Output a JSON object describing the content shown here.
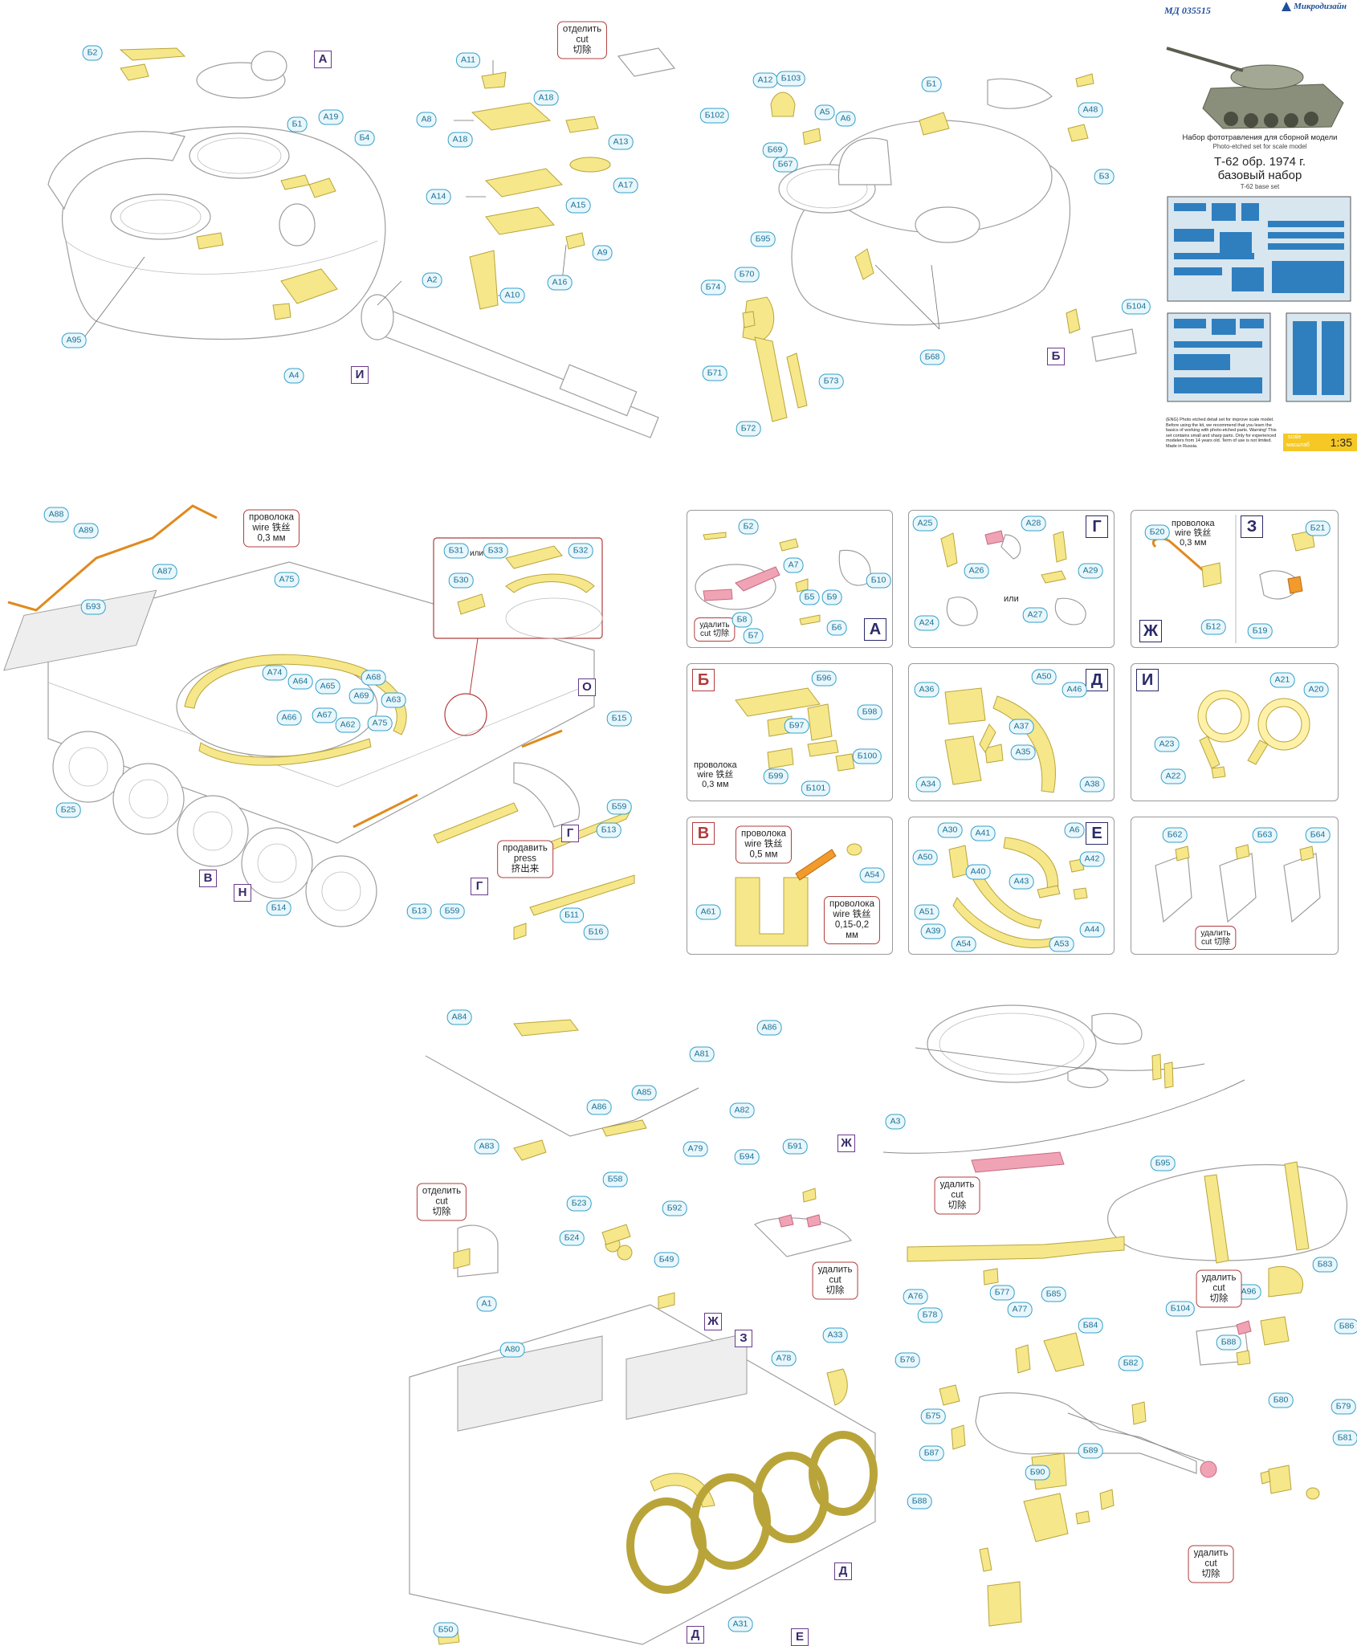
{
  "header": {
    "code": "МД 035515",
    "brand": "Микродизайн",
    "subtitle_ru": "Набор фототравления для сборной модели",
    "subtitle_en": "Photo-etched set for scale model",
    "title_line1": "Т-62 обр. 1974 г.",
    "title_line2": "базовый набор",
    "title_en": "T-62 base set",
    "scale_label_en": "scale",
    "scale_label_ru": "масштаб",
    "scale_value": "1:35",
    "disclaimer": "(ENG) Photo etched detail set for improve scale model. Before using the kit, we recommend that you learn the basics of working with photo-etched parts. Warning! This set contains small and sharp parts. Only for experienced modelers from 14 years old. Term of use is not limited. Made in Russia."
  },
  "notes": {
    "separate": [
      "отделить",
      "cut",
      "切除"
    ],
    "remove": [
      "удалить",
      "cut",
      "切除"
    ],
    "remove_inline": [
      "удалить",
      "cut 切除"
    ],
    "wire03": [
      "проволока",
      "wire 铁丝",
      "0,3 мм"
    ],
    "wire05": [
      "проволока",
      "wire 铁丝",
      "0,5 мм"
    ],
    "wire015": [
      "проволока",
      "wire 铁丝",
      "0,15-0,2 мм"
    ],
    "press": [
      "продавить",
      "press",
      "挤出来"
    ],
    "or": "или"
  },
  "letters": {
    "A": "А",
    "B": "Б",
    "V": "В",
    "G": "Г",
    "D": "Д",
    "E": "Е",
    "Zh": "Ж",
    "Z": "З",
    "I": "И",
    "N": "Н",
    "O": "О"
  },
  "parts": {
    "A1": "А1",
    "A2": "А2",
    "A3": "А3",
    "A4": "А4",
    "A5": "А5",
    "A6": "А6",
    "A7": "А7",
    "A8": "А8",
    "A9": "А9",
    "A10": "А10",
    "A11": "А11",
    "A12": "А12",
    "A13": "А13",
    "A14": "А14",
    "A15": "А15",
    "A16": "А16",
    "A17": "А17",
    "A18": "А18",
    "A19": "А19",
    "A20": "А20",
    "A21": "А21",
    "A22": "А22",
    "A23": "А23",
    "A24": "А24",
    "A25": "А25",
    "A26": "А26",
    "A27": "А27",
    "A28": "А28",
    "A29": "А29",
    "A30": "А30",
    "A31": "А31",
    "A33": "А33",
    "A34": "А34",
    "A35": "А35",
    "A36": "А36",
    "A37": "А37",
    "A38": "А38",
    "A39": "А39",
    "A40": "А40",
    "A41": "А41",
    "A42": "А42",
    "A43": "А43",
    "A44": "А44",
    "A46": "А46",
    "A48": "А48",
    "A50": "А50",
    "A51": "А51",
    "A53": "А53",
    "A54": "А54",
    "A61": "А61",
    "A62": "А62",
    "A63": "А63",
    "A64": "А64",
    "A65": "А65",
    "A66": "А66",
    "A67": "А67",
    "A68": "А68",
    "A69": "А69",
    "A74": "А74",
    "A75": "А75",
    "A76": "А76",
    "A77": "А77",
    "A78": "А78",
    "A79": "А79",
    "A80": "А80",
    "A81": "А81",
    "A82": "А82",
    "A83": "А83",
    "A84": "А84",
    "A85": "А85",
    "A86": "А86",
    "A87": "А87",
    "A88": "А88",
    "A89": "А89",
    "A95": "А95",
    "A96": "А96",
    "B1": "Б1",
    "B2": "Б2",
    "B3": "Б3",
    "B4": "Б4",
    "B5": "Б5",
    "B6": "Б6",
    "B7": "Б7",
    "B8": "Б8",
    "B9": "Б9",
    "B10": "Б10",
    "B12": "Б12",
    "B13": "Б13",
    "B14": "Б14",
    "B15": "Б15",
    "B16": "Б16",
    "B19": "Б19",
    "B20": "Б20",
    "B21": "Б21",
    "B23": "Б23",
    "B24": "Б24",
    "B25": "Б25",
    "B30": "Б30",
    "B31": "Б31",
    "B32": "Б32",
    "B33": "Б33",
    "B49": "Б49",
    "B50": "Б50",
    "B58": "Б58",
    "B59": "Б59",
    "B62": "Б62",
    "B63": "Б63",
    "B64": "Б64",
    "B67": "Б67",
    "B68": "Б68",
    "B69": "Б69",
    "B70": "Б70",
    "B71": "Б71",
    "B72": "Б72",
    "B73": "Б73",
    "B74": "Б74",
    "B75": "Б75",
    "B76": "Б76",
    "B77": "Б77",
    "B78": "Б78",
    "B79": "Б79",
    "B80": "Б80",
    "B81": "Б81",
    "B82": "Б82",
    "B83": "Б83",
    "B84": "Б84",
    "B85": "Б85",
    "B86": "Б86",
    "B87": "Б87",
    "B88": "Б88",
    "B89": "Б89",
    "B90": "Б90",
    "B91": "Б91",
    "B92": "Б92",
    "B93": "Б93",
    "B94": "Б94",
    "B95": "Б95",
    "B96": "Б96",
    "B97": "Б97",
    "B98": "Б98",
    "B99": "Б99",
    "B100": "Б100",
    "B101": "Б101",
    "B102": "Б102",
    "B103": "Б103",
    "B104": "Б104"
  }
}
